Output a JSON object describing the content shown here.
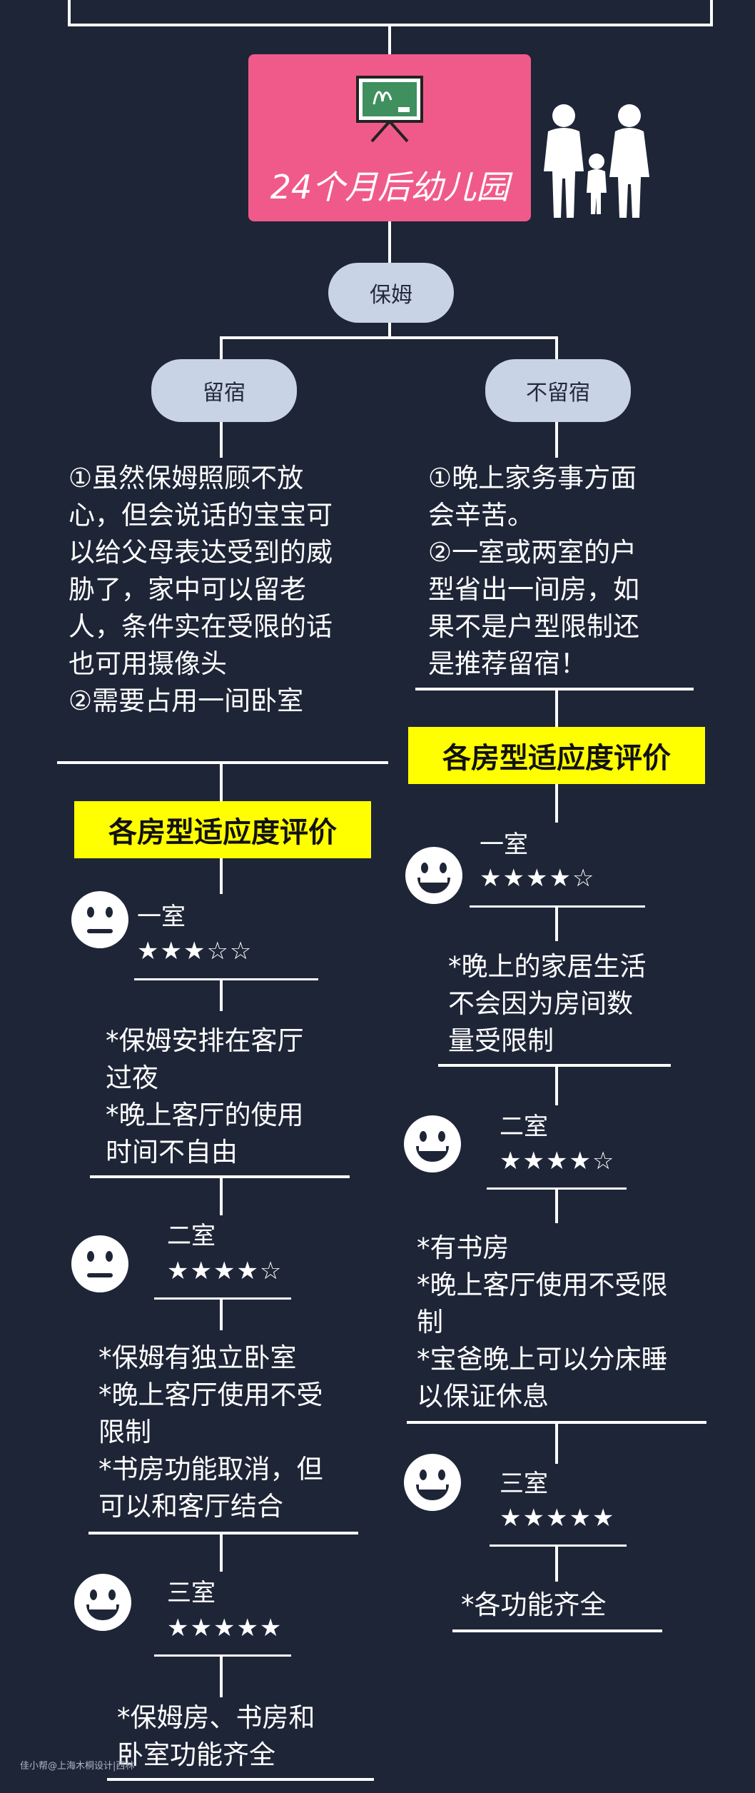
{
  "header": {
    "title": "24个月后幼儿园"
  },
  "nodes": {
    "root": "保姆",
    "left": "留宿",
    "right": "不留宿"
  },
  "left": {
    "desc": [
      "①虽然保姆照顾不放",
      "心，但会说话的宝宝可",
      "以给父母表达受到的威",
      "胁了，家中可以留老",
      "人，条件实在受限的话",
      "也可用摄像头",
      "②需要占用一间卧室"
    ],
    "rating_title": "各房型适应度评价",
    "rooms": [
      {
        "name": "一室",
        "stars": "★★★☆☆",
        "notes": [
          "*保姆安排在客厅",
          "过夜",
          "*晚上客厅的使用",
          "时间不自由"
        ]
      },
      {
        "name": "二室",
        "stars": "★★★★☆",
        "notes": [
          "*保姆有独立卧室",
          "*晚上客厅使用不受",
          "限制",
          "*书房功能取消，但",
          "可以和客厅结合"
        ]
      },
      {
        "name": "三室",
        "stars": "★★★★★",
        "notes": [
          "*保姆房、书房和",
          "卧室功能齐全"
        ]
      }
    ]
  },
  "right": {
    "desc": [
      "①晚上家务事方面",
      "会辛苦。",
      "②一室或两室的户",
      "型省出一间房，如",
      "果不是户型限制还",
      "是推荐留宿！"
    ],
    "rating_title": "各房型适应度评价",
    "rooms": [
      {
        "name": "一室",
        "stars": "★★★★☆",
        "notes": [
          "*晚上的家居生活",
          "不会因为房间数",
          "量受限制"
        ]
      },
      {
        "name": "二室",
        "stars": "★★★★☆",
        "notes": [
          "*有书房",
          "*晚上客厅使用不受限",
          "制",
          "*宝爸晚上可以分床睡",
          "以保证休息"
        ]
      },
      {
        "name": "三室",
        "stars": "★★★★★",
        "notes": [
          "*各功能齐全"
        ]
      }
    ]
  },
  "footer": {
    "credit": "佳小帮@上海木桐设计|西林"
  },
  "colors": {
    "background": "#1e2537",
    "title_box": "#f05a8a",
    "pill": "#c9d3e6",
    "highlight": "#ffff00"
  },
  "icons": [
    "chalkboard-icon",
    "family-icon",
    "neutral-face-icon",
    "smiley-face-icon"
  ]
}
